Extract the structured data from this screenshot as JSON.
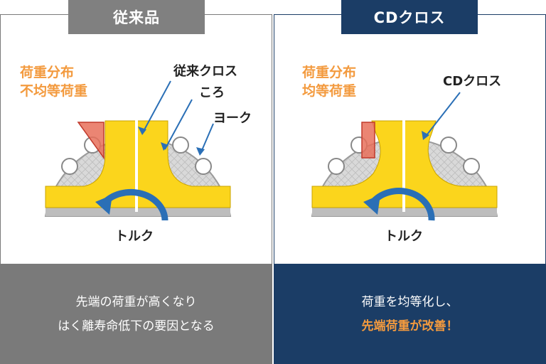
{
  "left": {
    "tab_label": "従来品",
    "load_label_line1": "荷重分布",
    "load_label_line2": "不均等荷重",
    "callout_cross": "従来クロス",
    "callout_roller": "ころ",
    "callout_yoke": "ヨーク",
    "torque_label": "トルク",
    "footer_line1": "先端の荷重が高くなり",
    "footer_line2": "はく離寿命低下の要因となる"
  },
  "right": {
    "tab_label": "CDクロス",
    "load_label_line1": "荷重分布",
    "load_label_line2": "均等荷重",
    "callout_cross": "CDクロス",
    "torque_label": "トルク",
    "footer_line1": "荷重を均等化し、",
    "footer_line2": "先端荷重が改善！"
  },
  "colors": {
    "gray_panel": "#7a7a7a",
    "navy_panel": "#1b3d66",
    "accent_orange": "#f39a3e",
    "cross_yellow": "#fbd51c",
    "arrow_blue": "#2a6fb6",
    "load_red": "#e8705a"
  }
}
